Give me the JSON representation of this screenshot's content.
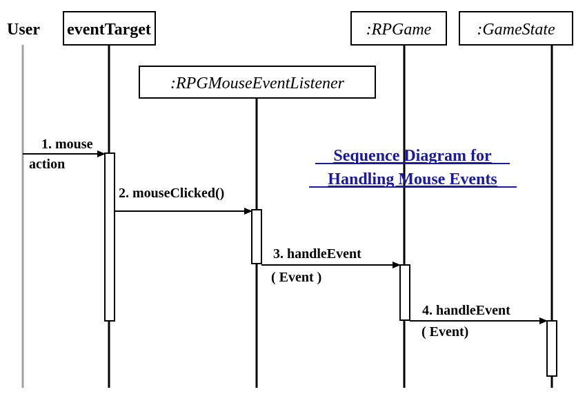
{
  "participants": {
    "user": "User",
    "event_target": "eventTarget",
    "listener": ":RPGMouseEventListener",
    "rpgame": ":RPGame",
    "gamestate": ":GameState"
  },
  "messages": {
    "m1": {
      "line1": "1. mouse",
      "line2": "action"
    },
    "m2": {
      "line1": "2. mouseClicked()"
    },
    "m3": {
      "line1": "3. handleEvent",
      "line2": "( Event )"
    },
    "m4": {
      "line1": "4. handleEvent",
      "line2": "( Event)"
    }
  },
  "title": {
    "line1": "Sequence Diagram for",
    "line2": "Handling Mouse Events"
  },
  "colors": {
    "title": "#1a1aa0",
    "user_lifeline": "#a0a0a0",
    "line": "#000000"
  }
}
